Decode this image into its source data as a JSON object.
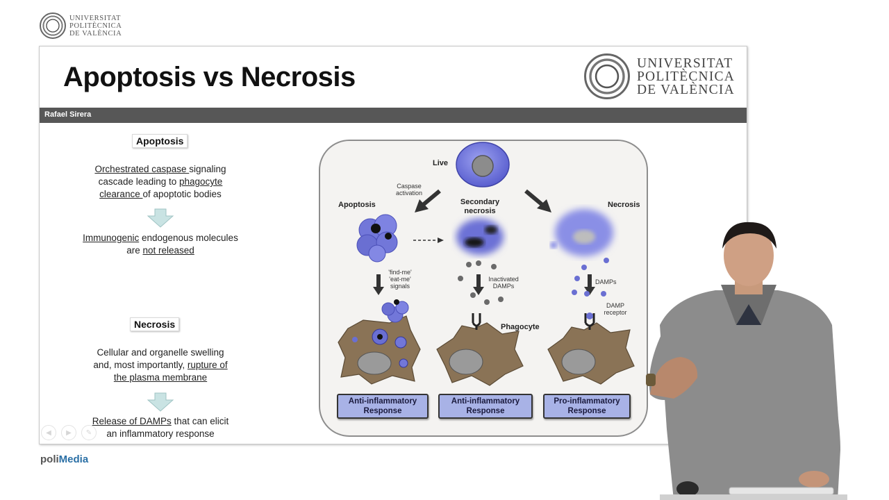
{
  "university": {
    "line1": "UNIVERSITAT",
    "line2": "POLITÈCNICA",
    "line3": "DE VALÈNCIA"
  },
  "slide": {
    "title": "Apoptosis vs Necrosis",
    "author": "Rafael Sirera",
    "apoptosis": {
      "heading": "Apoptosis",
      "p1_a": "Orchestrated caspase ",
      "p1_b": "signaling",
      "p1_c": "cascade leading to ",
      "p1_d": "phagocyte",
      "p1_e": "clearance ",
      "p1_f": "of apoptotic bodies",
      "p2_a": "Immunogenic",
      "p2_b": " endogenous molecules",
      "p2_c": "are ",
      "p2_d": "not released"
    },
    "necrosis": {
      "heading": "Necrosis",
      "p1_a": "Cellular and organelle swelling",
      "p1_b": "and, most importantly, ",
      "p1_c": "rupture of",
      "p1_d": "the plasma membrane",
      "p2_a": "Release of DAMPs",
      "p2_b": " that can elicit",
      "p2_c": "an inflammatory response"
    },
    "figure": {
      "live": "Live",
      "caspase_1": "Caspase",
      "caspase_2": "activation",
      "apoptosis": "Apoptosis",
      "secondary_1": "Secondary",
      "secondary_2": "necrosis",
      "necrosis": "Necrosis",
      "signals_1": "'find-me'",
      "signals_2": "'eat-me'",
      "signals_3": "signals",
      "inactivated_1": "Inactivated",
      "inactivated_2": "DAMPs",
      "damps": "DAMPs",
      "damp_receptor_1": "DAMP",
      "damp_receptor_2": "receptor",
      "phagocyte": "Phagocyte",
      "responses": [
        {
          "line1": "Anti-inflammatory",
          "line2": "Response"
        },
        {
          "line1": "Anti-inflammatory",
          "line2": "Response"
        },
        {
          "line1": "Pro-inflammatory",
          "line2": "Response"
        }
      ]
    }
  },
  "footer": {
    "brand_a": "poli",
    "brand_b": "Media"
  },
  "colors": {
    "accent": "#2a6fa5",
    "cell_blue": "#7b80e0",
    "phagocyte_brown": "#8a7356",
    "response_fill": "#a8b2e6",
    "bar_gray": "#575757"
  },
  "icons": [
    "university-seal-icon",
    "prev-slide-icon",
    "next-slide-icon",
    "pen-icon"
  ]
}
